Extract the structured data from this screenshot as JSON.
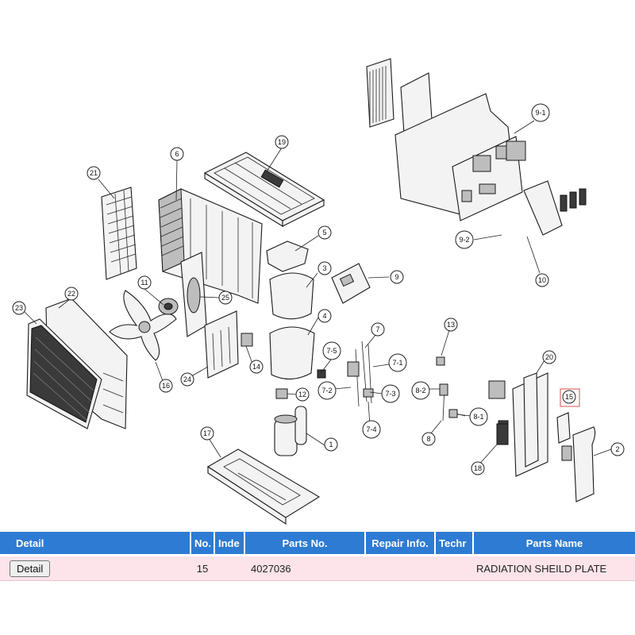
{
  "diagram": {
    "callouts": [
      {
        "id": "c-21",
        "label": "21"
      },
      {
        "id": "c-6",
        "label": "6"
      },
      {
        "id": "c-19",
        "label": "19"
      },
      {
        "id": "c-9-1",
        "label": "9-1"
      },
      {
        "id": "c-9-2",
        "label": "9-2"
      },
      {
        "id": "c-10",
        "label": "10"
      },
      {
        "id": "c-5",
        "label": "5"
      },
      {
        "id": "c-3",
        "label": "3"
      },
      {
        "id": "c-9",
        "label": "9"
      },
      {
        "id": "c-11",
        "label": "11"
      },
      {
        "id": "c-22",
        "label": "22"
      },
      {
        "id": "c-23",
        "label": "23"
      },
      {
        "id": "c-25",
        "label": "25"
      },
      {
        "id": "c-4",
        "label": "4"
      },
      {
        "id": "c-7",
        "label": "7"
      },
      {
        "id": "c-7-5",
        "label": "7-5"
      },
      {
        "id": "c-7-1",
        "label": "7-1"
      },
      {
        "id": "c-7-2",
        "label": "7-2"
      },
      {
        "id": "c-7-3",
        "label": "7-3"
      },
      {
        "id": "c-7-4",
        "label": "7-4"
      },
      {
        "id": "c-13",
        "label": "13"
      },
      {
        "id": "c-20",
        "label": "20"
      },
      {
        "id": "c-15",
        "label": "15"
      },
      {
        "id": "c-14",
        "label": "14"
      },
      {
        "id": "c-24",
        "label": "24"
      },
      {
        "id": "c-16",
        "label": "16"
      },
      {
        "id": "c-12",
        "label": "12"
      },
      {
        "id": "c-8-2",
        "label": "8-2"
      },
      {
        "id": "c-8-1",
        "label": "8-1"
      },
      {
        "id": "c-8",
        "label": "8"
      },
      {
        "id": "c-1",
        "label": "1"
      },
      {
        "id": "c-17",
        "label": "17"
      },
      {
        "id": "c-18",
        "label": "18"
      },
      {
        "id": "c-2",
        "label": "2"
      }
    ]
  },
  "table": {
    "headers": {
      "detail": "Detail",
      "no": "No.",
      "index": "Inde",
      "parts_no": "Parts No.",
      "repair_info": "Repair Info.",
      "tech": "Techr",
      "parts_name": "Parts Name"
    },
    "rows": [
      {
        "detail_button": "Detail",
        "no": "15",
        "index": "",
        "parts_no": "4027036",
        "repair_info": "",
        "tech": "",
        "parts_name": "RADIATION SHEILD PLATE"
      }
    ]
  }
}
